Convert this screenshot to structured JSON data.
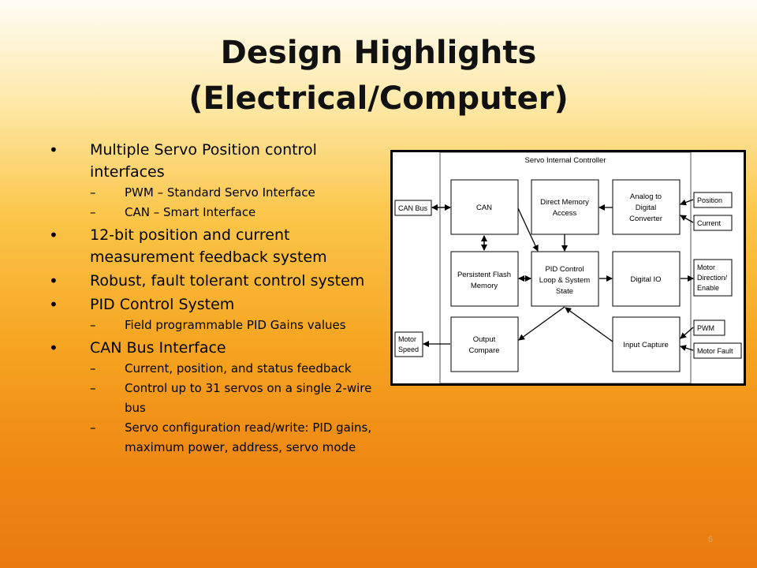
{
  "slide": {
    "title_line1": "Design Highlights",
    "title_line2": "(Electrical/Computer)",
    "page_number": "6"
  },
  "bullets": [
    {
      "level": 1,
      "text": "Multiple  Servo Position control interfaces"
    },
    {
      "level": 2,
      "text": "PWM – Standard Servo Interface"
    },
    {
      "level": 2,
      "text": "CAN – Smart Interface"
    },
    {
      "level": 1,
      "text": "12-bit position and current measurement feedback system"
    },
    {
      "level": 1,
      "text": "Robust, fault tolerant control system"
    },
    {
      "level": 1,
      "text": "PID Control System"
    },
    {
      "level": 2,
      "text": "Field programmable PID Gains values"
    },
    {
      "level": 1,
      "text": "CAN Bus Interface"
    },
    {
      "level": 2,
      "text": "Current, position, and status feedback"
    },
    {
      "level": 2,
      "text": "Control up to 31 servos on a single 2-wire bus"
    },
    {
      "level": 2,
      "text": "Servo configuration read/write: PID gains, maximum power, address, servo mode"
    }
  ],
  "diagram": {
    "title": "Servo Internal Controller",
    "blocks": {
      "can": "CAN",
      "dma_1": "Direct Memory",
      "dma_2": "Access",
      "adc_1": "Analog to",
      "adc_2": "Digital",
      "adc_3": "Converter",
      "flash_1": "Persistent Flash",
      "flash_2": "Memory",
      "pid_1": "PID Control",
      "pid_2": "Loop & System",
      "pid_3": "State",
      "dio": "Digital IO",
      "oc_1": "Output",
      "oc_2": "Compare",
      "ic": "Input Capture"
    },
    "external": {
      "can_bus": "CAN Bus",
      "position": "Position",
      "current": "Current",
      "motor_dir_1": "Motor",
      "motor_dir_2": "Direction/",
      "motor_dir_3": "Enable",
      "pwm": "PWM",
      "motor_fault": "Motor Fault",
      "motor_speed_1": "Motor",
      "motor_speed_2": "Speed"
    }
  }
}
